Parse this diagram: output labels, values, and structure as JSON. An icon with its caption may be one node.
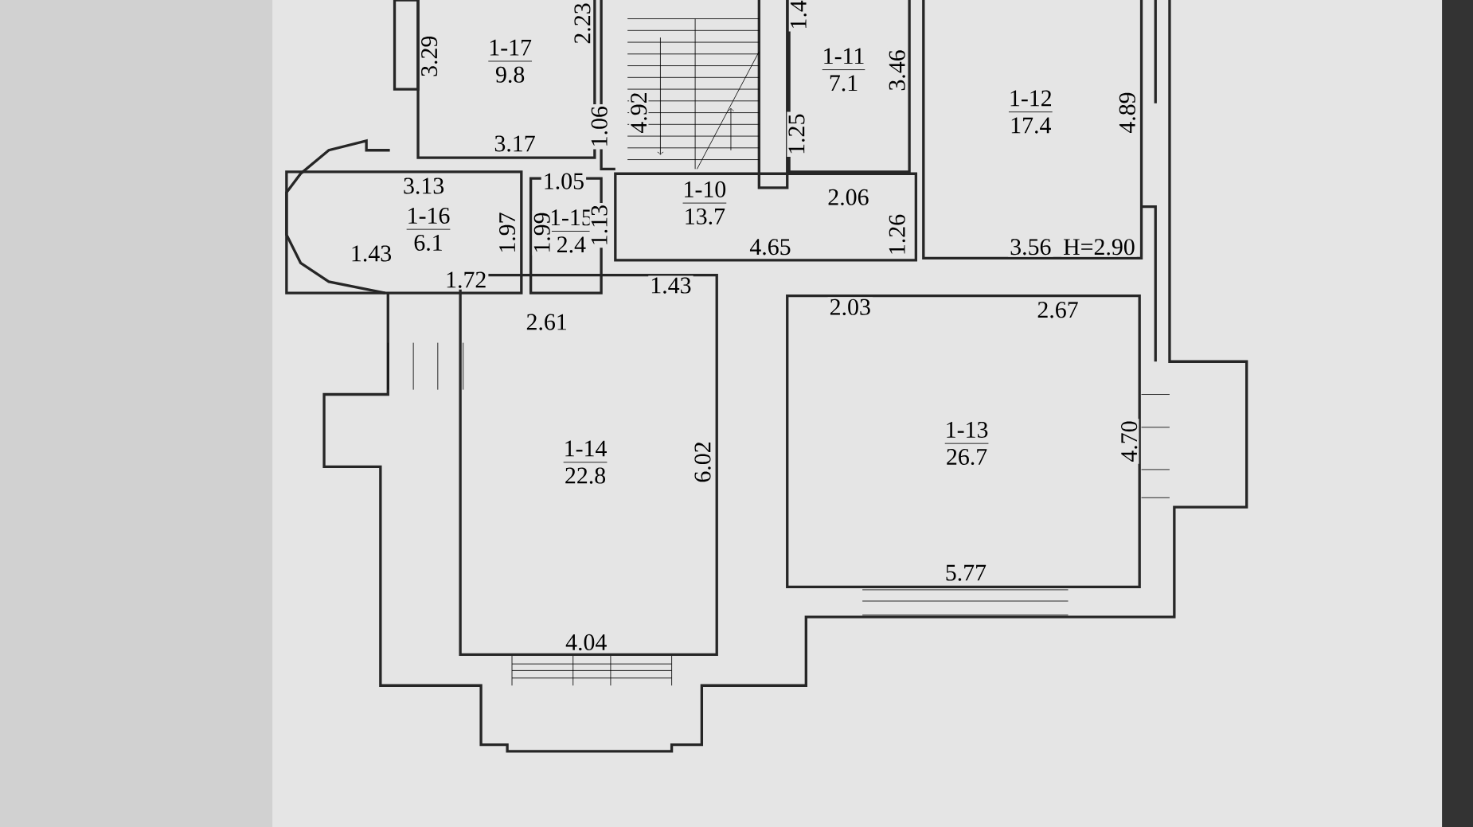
{
  "diagram": {
    "nodes": [
      {
        "text": [
          "1-17",
          "9.8"
        ]
      },
      {
        "text": [
          "1-11",
          "7.1"
        ]
      },
      {
        "text": [
          "1-12",
          "17.4"
        ]
      },
      {
        "text": [
          "1-10",
          "13.7"
        ]
      },
      {
        "text": [
          "1-16",
          "6.1"
        ]
      },
      {
        "text": [
          "1-15",
          "2.4"
        ]
      },
      {
        "text": [
          "1-14",
          "22.8"
        ]
      },
      {
        "text": [
          "1-13",
          "26.7"
        ]
      }
    ],
    "labels": [
      "3.29",
      "2.23",
      "1.4",
      "3.46",
      "3.17",
      "1.06",
      "4.92",
      "1.25",
      "4.89",
      "3.13",
      "1.05",
      "2.06",
      "1.43",
      "1.97",
      "1.99",
      "1.13",
      "4.65",
      "1.26",
      "3.56",
      "H=2.90",
      "1.72",
      "2.61",
      "1.43",
      "2.03",
      "2.67",
      "6.02",
      "4.70",
      "5.77",
      "4.04"
    ]
  }
}
